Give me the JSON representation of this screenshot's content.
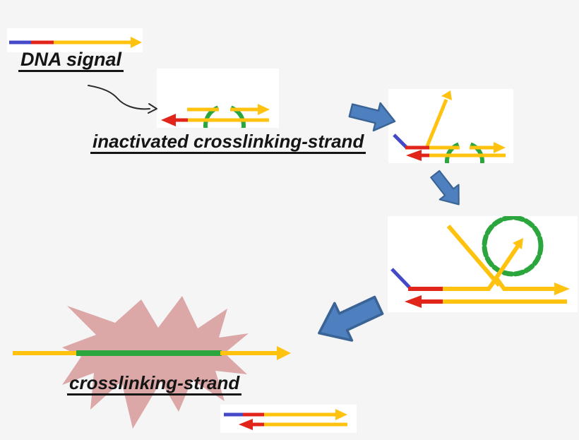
{
  "labels": {
    "dna_signal": "DNA signal",
    "inactivated_crosslinking_strand": "inactivated crosslinking-strand",
    "crosslinking_strand": "crosslinking-strand"
  },
  "colors": {
    "bg": "#f5f5f6",
    "panel": "#ffffff",
    "strand-yellow": "#ffc20e",
    "strand-red": "#e2251b",
    "strand-blue": "#4449c8",
    "loop-green": "#2aa63c",
    "arrow-blue": "#4e7fbe",
    "arrow-border": "#3a6496",
    "burst-pink": "#dba7a7",
    "ink": "#151515",
    "annotation": "#2b2b2b"
  }
}
